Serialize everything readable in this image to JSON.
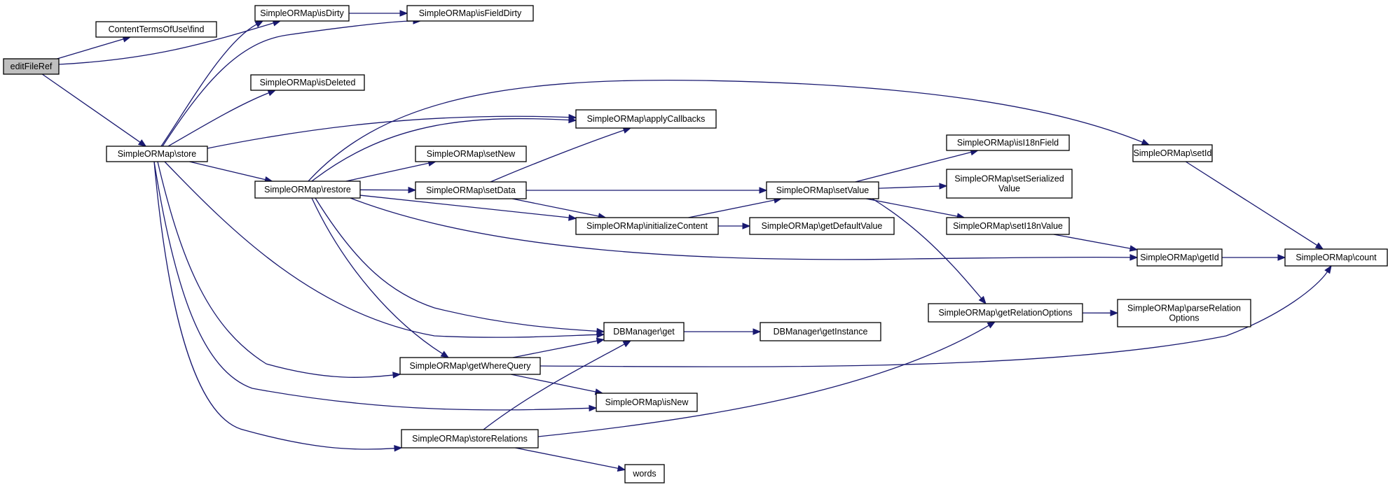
{
  "nodes": [
    {
      "id": "editFileRef",
      "lines": [
        "editFileRef"
      ],
      "root": true
    },
    {
      "id": "find",
      "lines": [
        "ContentTermsOfUse\\find"
      ]
    },
    {
      "id": "store",
      "lines": [
        "SimpleORMap\\store"
      ]
    },
    {
      "id": "isDirty",
      "lines": [
        "SimpleORMap\\isDirty"
      ]
    },
    {
      "id": "isFieldDirty",
      "lines": [
        "SimpleORMap\\isFieldDirty"
      ]
    },
    {
      "id": "isDeleted",
      "lines": [
        "SimpleORMap\\isDeleted"
      ]
    },
    {
      "id": "applyCallbacks",
      "lines": [
        "SimpleORMap\\applyCallbacks"
      ]
    },
    {
      "id": "restore",
      "lines": [
        "SimpleORMap\\restore"
      ]
    },
    {
      "id": "setNew",
      "lines": [
        "SimpleORMap\\setNew"
      ]
    },
    {
      "id": "setData",
      "lines": [
        "SimpleORMap\\setData"
      ]
    },
    {
      "id": "initializeContent",
      "lines": [
        "SimpleORMap\\initializeContent"
      ]
    },
    {
      "id": "getDefaultValue",
      "lines": [
        "SimpleORMap\\getDefaultValue"
      ]
    },
    {
      "id": "setValue",
      "lines": [
        "SimpleORMap\\setValue"
      ]
    },
    {
      "id": "isI18nField",
      "lines": [
        "SimpleORMap\\isI18nField"
      ]
    },
    {
      "id": "setSerializedValue",
      "lines": [
        "SimpleORMap\\setSerialized",
        "Value"
      ]
    },
    {
      "id": "setI18nValue",
      "lines": [
        "SimpleORMap\\setI18nValue"
      ]
    },
    {
      "id": "setId",
      "lines": [
        "SimpleORMap\\setId"
      ]
    },
    {
      "id": "getId",
      "lines": [
        "SimpleORMap\\getId"
      ]
    },
    {
      "id": "count",
      "lines": [
        "SimpleORMap\\count"
      ]
    },
    {
      "id": "getRelationOptions",
      "lines": [
        "SimpleORMap\\getRelationOptions"
      ]
    },
    {
      "id": "parseRelationOptions",
      "lines": [
        "SimpleORMap\\parseRelation",
        "Options"
      ]
    },
    {
      "id": "dbGet",
      "lines": [
        "DBManager\\get"
      ]
    },
    {
      "id": "getInstance",
      "lines": [
        "DBManager\\getInstance"
      ]
    },
    {
      "id": "getWhereQuery",
      "lines": [
        "SimpleORMap\\getWhereQuery"
      ]
    },
    {
      "id": "isNew",
      "lines": [
        "SimpleORMap\\isNew"
      ]
    },
    {
      "id": "storeRelations",
      "lines": [
        "SimpleORMap\\storeRelations"
      ]
    },
    {
      "id": "words",
      "lines": [
        "words"
      ]
    }
  ],
  "edges": [
    {
      "from": "editFileRef",
      "to": "find"
    },
    {
      "from": "editFileRef",
      "to": "isDirty"
    },
    {
      "from": "editFileRef",
      "to": "store"
    },
    {
      "from": "isDirty",
      "to": "isFieldDirty"
    },
    {
      "from": "store",
      "to": "isDirty"
    },
    {
      "from": "store",
      "to": "isFieldDirty"
    },
    {
      "from": "store",
      "to": "isDeleted"
    },
    {
      "from": "store",
      "to": "applyCallbacks"
    },
    {
      "from": "store",
      "to": "restore"
    },
    {
      "from": "store",
      "to": "dbGet"
    },
    {
      "from": "store",
      "to": "getWhereQuery"
    },
    {
      "from": "store",
      "to": "isNew"
    },
    {
      "from": "store",
      "to": "storeRelations"
    },
    {
      "from": "restore",
      "to": "setId"
    },
    {
      "from": "restore",
      "to": "applyCallbacks"
    },
    {
      "from": "restore",
      "to": "setNew"
    },
    {
      "from": "restore",
      "to": "setData"
    },
    {
      "from": "restore",
      "to": "initializeContent"
    },
    {
      "from": "restore",
      "to": "getId"
    },
    {
      "from": "restore",
      "to": "dbGet"
    },
    {
      "from": "restore",
      "to": "getWhereQuery"
    },
    {
      "from": "setData",
      "to": "applyCallbacks"
    },
    {
      "from": "setData",
      "to": "setValue"
    },
    {
      "from": "setData",
      "to": "initializeContent"
    },
    {
      "from": "initializeContent",
      "to": "setValue"
    },
    {
      "from": "initializeContent",
      "to": "getDefaultValue"
    },
    {
      "from": "setValue",
      "to": "isI18nField"
    },
    {
      "from": "setValue",
      "to": "setSerializedValue"
    },
    {
      "from": "setValue",
      "to": "setI18nValue"
    },
    {
      "from": "setValue",
      "to": "getRelationOptions"
    },
    {
      "from": "setI18nValue",
      "to": "getId"
    },
    {
      "from": "setId",
      "to": "count"
    },
    {
      "from": "getId",
      "to": "count"
    },
    {
      "from": "getRelationOptions",
      "to": "parseRelationOptions"
    },
    {
      "from": "dbGet",
      "to": "getInstance"
    },
    {
      "from": "getWhereQuery",
      "to": "dbGet"
    },
    {
      "from": "getWhereQuery",
      "to": "count"
    },
    {
      "from": "getWhereQuery",
      "to": "isNew"
    },
    {
      "from": "storeRelations",
      "to": "dbGet"
    },
    {
      "from": "storeRelations",
      "to": "getRelationOptions"
    },
    {
      "from": "storeRelations",
      "to": "words"
    }
  ]
}
